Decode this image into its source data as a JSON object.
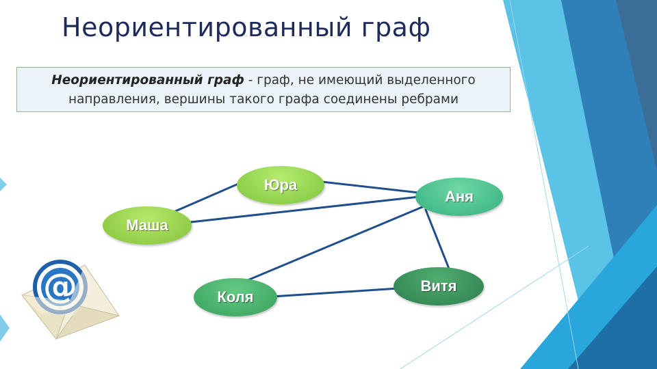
{
  "slide": {
    "title": "Неориентированный граф",
    "definition_term": "Неориентированный граф",
    "definition_rest": " - граф, не имеющий выделенного направления, вершины такого графа соединены ребрами"
  },
  "graph": {
    "nodes": [
      {
        "id": "yura",
        "label": "Юра"
      },
      {
        "id": "anya",
        "label": "Аня"
      },
      {
        "id": "masha",
        "label": "Маша"
      },
      {
        "id": "kolya",
        "label": "Коля"
      },
      {
        "id": "vitya",
        "label": "Витя"
      }
    ],
    "edges": [
      [
        "masha",
        "yura"
      ],
      [
        "yura",
        "anya"
      ],
      [
        "masha",
        "anya"
      ],
      [
        "anya",
        "vitya"
      ],
      [
        "kolya",
        "vitya"
      ],
      [
        "kolya",
        "anya"
      ]
    ]
  },
  "icons": {
    "email": "email-envelope-icon"
  },
  "colors": {
    "edge": "#1f4e8c",
    "node_light_green": "#8fd14f",
    "node_dark_green": "#3e9a56",
    "deco_blue": "#2a8ccc"
  }
}
